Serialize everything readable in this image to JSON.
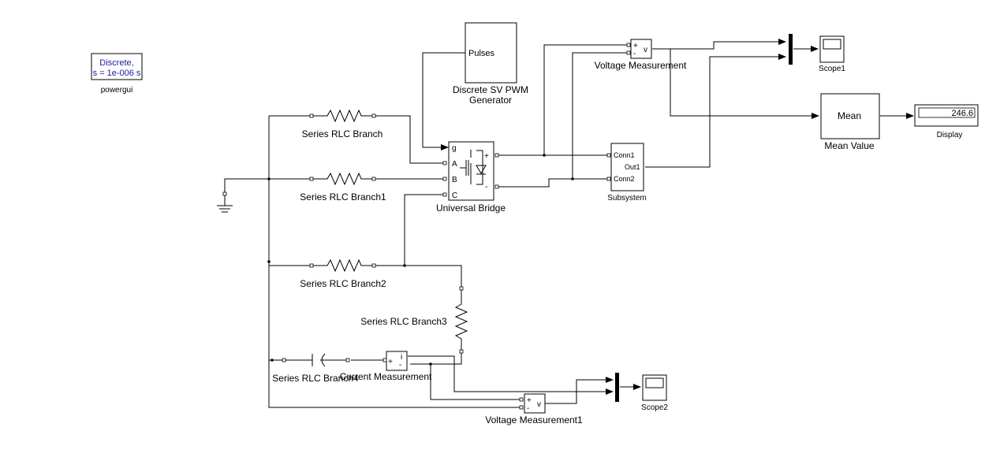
{
  "powergui": {
    "line1": "Discrete,",
    "line2": "s = 1e-006 s",
    "name": "powergui"
  },
  "pwm": {
    "port_label": "Pulses",
    "name_line1": "Discrete SV PWM",
    "name_line2": "Generator"
  },
  "voltage_measurement": {
    "plus": "+",
    "minus": "-",
    "out": "v",
    "name": "Voltage Measurement"
  },
  "voltage_measurement1": {
    "plus": "+",
    "minus": "-",
    "out": "v",
    "name": "Voltage Measurement1"
  },
  "current_measurement": {
    "plus": "+",
    "minus": "-",
    "out": "i",
    "name": "Current Measurement"
  },
  "scope1": {
    "name": "Scope1"
  },
  "scope2": {
    "name": "Scope2"
  },
  "mean": {
    "label": "Mean",
    "name": "Mean Value"
  },
  "display": {
    "value": "246.6",
    "name": "Display"
  },
  "universal_bridge": {
    "port_g": "g",
    "port_a": "A",
    "port_b": "B",
    "port_c": "C",
    "port_plus": "+",
    "port_minus": "-",
    "name": "Universal Bridge"
  },
  "subsystem": {
    "conn1": "Conn1",
    "out1": "Out1",
    "conn2": "Conn2",
    "name": "Subsystem"
  },
  "rlc": {
    "branch": "Series RLC Branch",
    "branch1": "Series RLC Branch1",
    "branch2": "Series RLC Branch2",
    "branch3": "Series RLC Branch3",
    "branch4": "Series RLC Branch4"
  },
  "colors": {
    "powergui_text": "#1a1a99",
    "wire": "#000000"
  }
}
